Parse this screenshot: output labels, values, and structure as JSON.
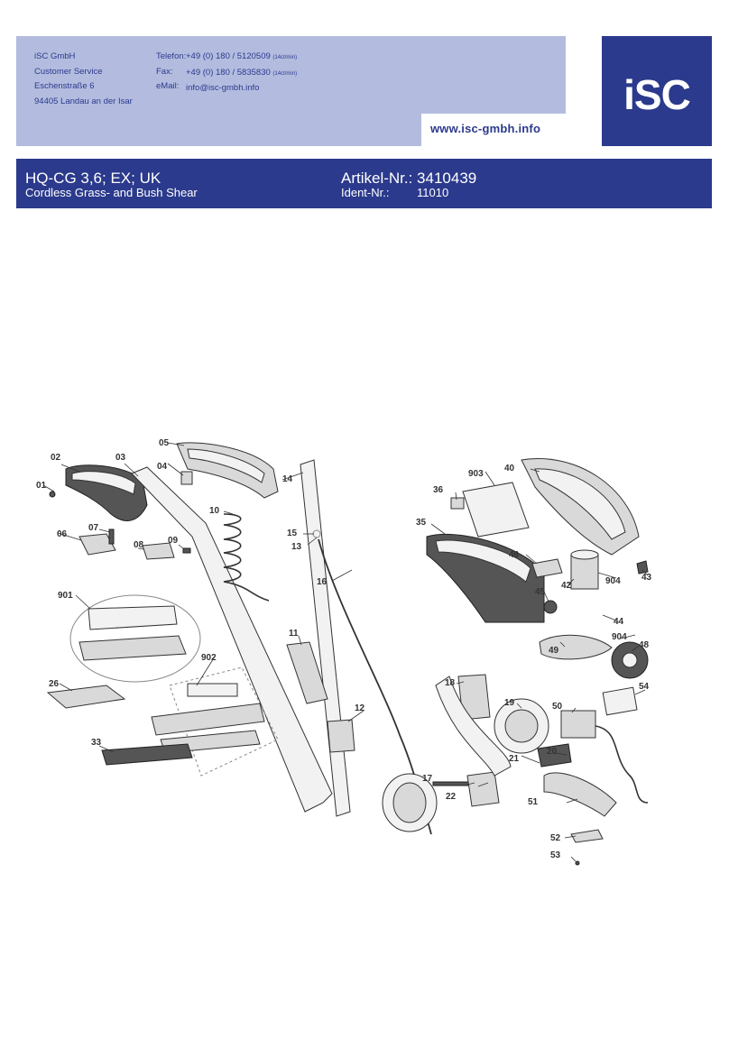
{
  "header": {
    "company": "iSC GmbH",
    "department": "Customer Service",
    "street": "Eschenstraße 6",
    "city": "94405 Landau an der Isar",
    "phone_label": "Telefon:",
    "phone_value": "+49 (0) 180 / 5120509",
    "phone_rate": "(14ct/min)",
    "fax_label": "Fax:",
    "fax_value": "+49 (0) 180 / 5835830",
    "fax_rate": "(14ct/min)",
    "email_label": "eMail:",
    "email_value": "info@isc-gmbh.info",
    "website": "www.isc-gmbh.info",
    "logo": "iSC"
  },
  "product": {
    "model": "HQ-CG 3,6; EX; UK",
    "description": "Cordless Grass- and Bush Shear",
    "artikel": "Artikel-Nr.: 3410439",
    "ident_label": "Ident-Nr.:",
    "ident_value": "11010"
  },
  "diagram": {
    "labels": [
      "01",
      "02",
      "03",
      "04",
      "05",
      "06",
      "07",
      "08",
      "09",
      "10",
      "11",
      "12",
      "13",
      "14",
      "15",
      "16",
      "17",
      "18",
      "19",
      "20",
      "21",
      "22",
      "26",
      "33",
      "35",
      "36",
      "40",
      "42",
      "43",
      "44",
      "45",
      "46",
      "48",
      "49",
      "50",
      "51",
      "52",
      "53",
      "54",
      "901",
      "902",
      "903",
      "904",
      "904"
    ]
  }
}
